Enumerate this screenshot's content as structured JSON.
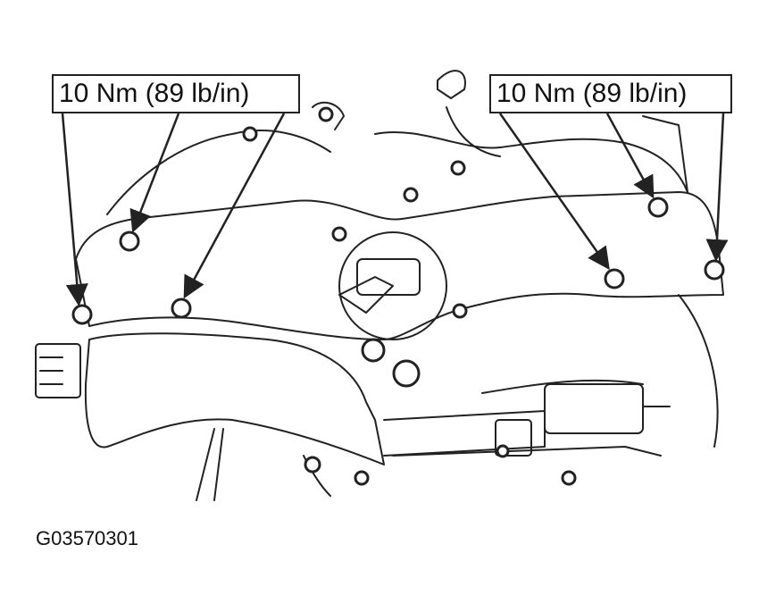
{
  "torque_labels": {
    "left": "10 Nm (89 lb/in)",
    "right": "10 Nm (89 lb/in)"
  },
  "figure_id": "G03570301",
  "colors": {
    "line": "#222222",
    "background": "#ffffff"
  }
}
